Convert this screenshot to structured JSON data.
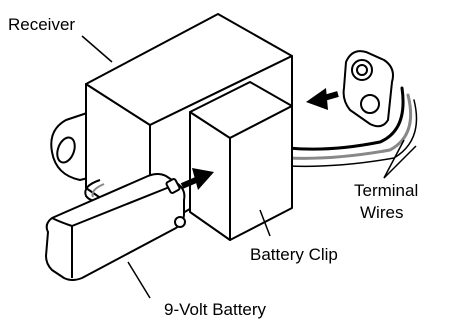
{
  "diagram": {
    "labels": {
      "receiver": "Receiver",
      "terminal_line1": "Terminal",
      "terminal_line2": "Wires",
      "battery_clip": "Battery Clip",
      "battery": "9-Volt Battery"
    }
  }
}
